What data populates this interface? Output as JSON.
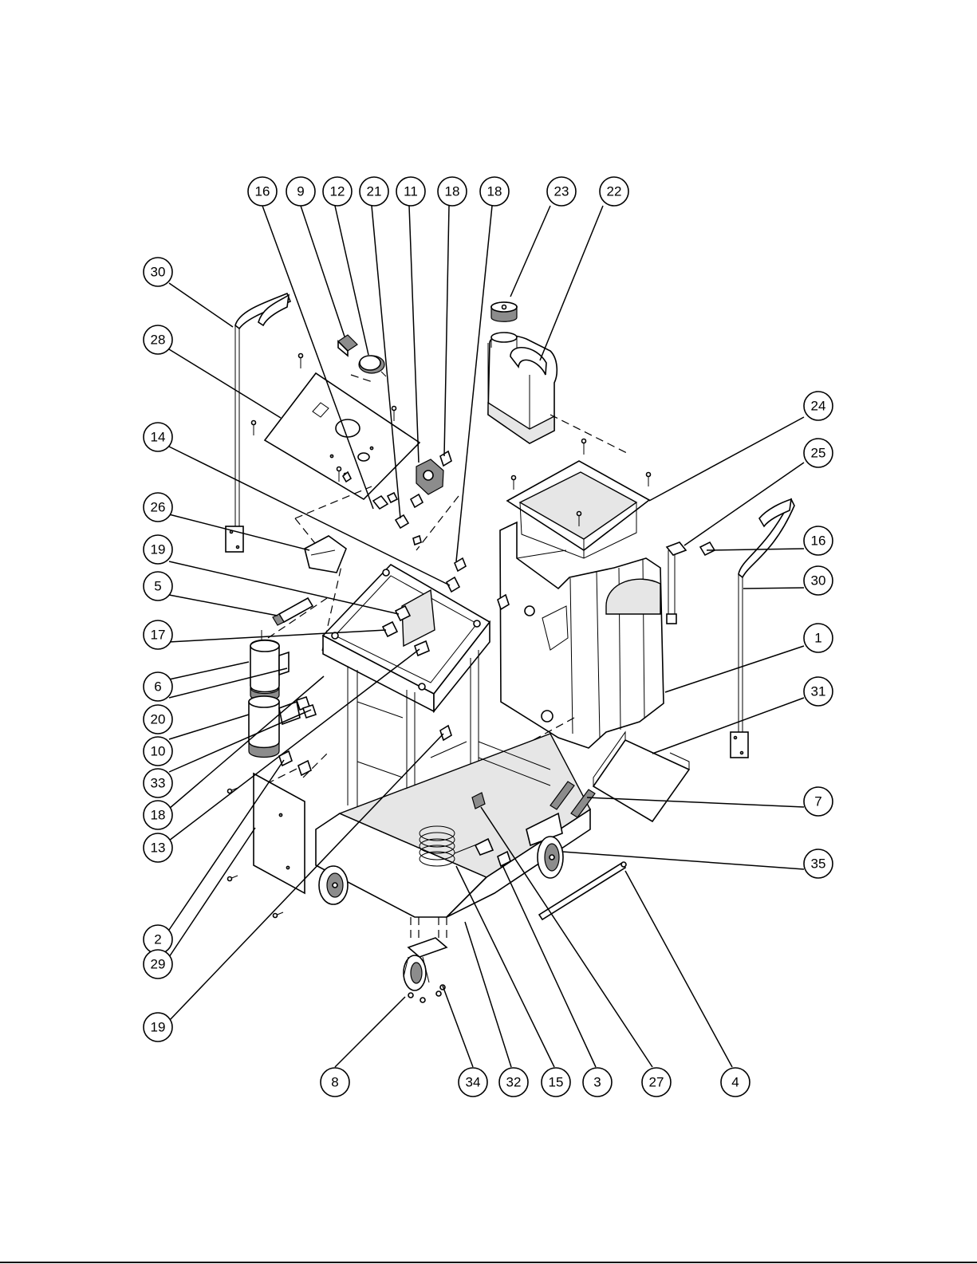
{
  "diagram": {
    "type": "exploded-parts-view",
    "callouts": [
      {
        "label": "16",
        "target": "regulator-fitting"
      },
      {
        "label": "9",
        "target": "panel-switch"
      },
      {
        "label": "12",
        "target": "panel-gauge"
      },
      {
        "label": "21",
        "target": "panel-fitting"
      },
      {
        "label": "11",
        "target": "pressure-regulator"
      },
      {
        "label": "18",
        "target": "regulator-elbow"
      },
      {
        "label": "18",
        "target": "frame-elbow"
      },
      {
        "label": "23",
        "target": "tank-cap"
      },
      {
        "label": "22",
        "target": "solvent-tank"
      },
      {
        "label": "30",
        "target": "left-hose-hanger"
      },
      {
        "label": "28",
        "target": "control-panel-plate"
      },
      {
        "label": "24",
        "target": "tank-tray"
      },
      {
        "label": "25",
        "target": "pickup-tube"
      },
      {
        "label": "16",
        "target": "pickup-fitting"
      },
      {
        "label": "30",
        "target": "right-hose-hanger"
      },
      {
        "label": "14",
        "target": "frame-tee"
      },
      {
        "label": "26",
        "target": "filter-pad"
      },
      {
        "label": "19",
        "target": "upper-connector"
      },
      {
        "label": "5",
        "target": "quick-coupler"
      },
      {
        "label": "17",
        "target": "frame-bulkhead"
      },
      {
        "label": "1",
        "target": "main-housing"
      },
      {
        "label": "6",
        "target": "pump-motor"
      },
      {
        "label": "20",
        "target": "motor-elbow"
      },
      {
        "label": "31",
        "target": "drip-tray"
      },
      {
        "label": "10",
        "target": "pump-head"
      },
      {
        "label": "33",
        "target": "pump-fitting"
      },
      {
        "label": "7",
        "target": "battery-clamp"
      },
      {
        "label": "18",
        "target": "pump-elbow"
      },
      {
        "label": "13",
        "target": "pump-outlet"
      },
      {
        "label": "35",
        "target": "rear-wheel"
      },
      {
        "label": "2",
        "target": "side-fitting"
      },
      {
        "label": "29",
        "target": "side-cover-plate"
      },
      {
        "label": "19",
        "target": "lower-connector"
      },
      {
        "label": "8",
        "target": "front-caster"
      },
      {
        "label": "34",
        "target": "caster-bolt"
      },
      {
        "label": "32",
        "target": "base-tub"
      },
      {
        "label": "15",
        "target": "coiled-hose"
      },
      {
        "label": "3",
        "target": "hose-fitting"
      },
      {
        "label": "27",
        "target": "strain-relief"
      },
      {
        "label": "4",
        "target": "axle-rod"
      }
    ]
  }
}
